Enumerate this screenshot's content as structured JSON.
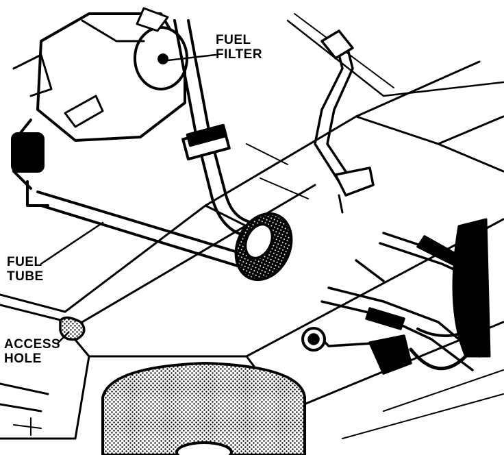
{
  "labels": {
    "fuel_filter": [
      "FUEL",
      "FILTER"
    ],
    "fuel_tube": [
      "FUEL",
      "TUBE"
    ],
    "access_hole": [
      "ACCESS",
      "HOLE"
    ]
  },
  "colors": {
    "ink": "#000000",
    "paper": "#ffffff"
  }
}
